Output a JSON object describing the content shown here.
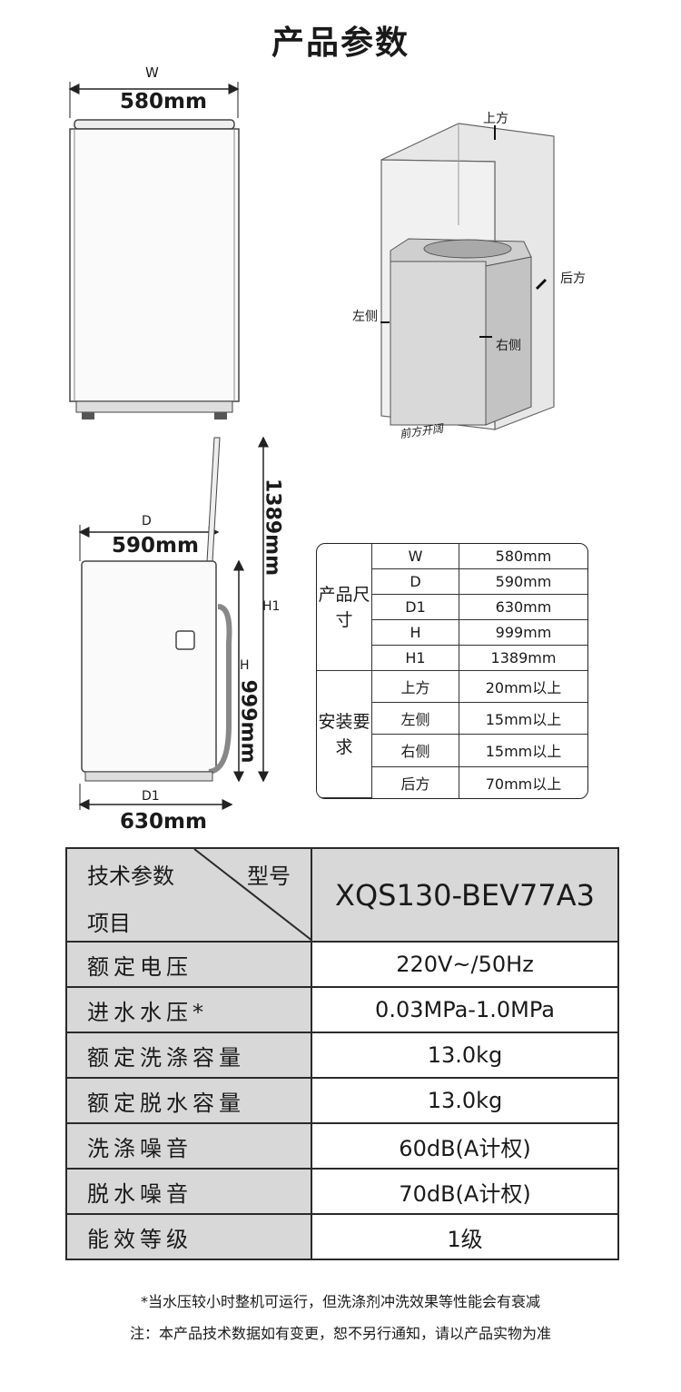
{
  "title": "产品参数",
  "front_view": {
    "w_label": "W",
    "w_value": "580mm"
  },
  "install_diagram": {
    "top": "上方",
    "back": "后方",
    "left": "左侧",
    "right": "右侧",
    "front": "前方开阔"
  },
  "side_view": {
    "d_label": "D",
    "d_value": "590mm",
    "d1_label": "D1",
    "d1_value": "630mm",
    "h_label": "H",
    "h_value": "999mm",
    "h1_label": "H1",
    "h1_value": "1389mm"
  },
  "spec_table": {
    "size_group": "产品尺寸",
    "size_rows": [
      {
        "key": "W",
        "value": "580mm"
      },
      {
        "key": "D",
        "value": "590mm"
      },
      {
        "key": "D1",
        "value": "630mm"
      },
      {
        "key": "H",
        "value": "999mm"
      },
      {
        "key": "H1",
        "value": "1389mm"
      }
    ],
    "install_group": "安装要求",
    "install_rows": [
      {
        "key": "上方",
        "value": "20mm以上"
      },
      {
        "key": "左侧",
        "value": "15mm以上"
      },
      {
        "key": "右侧",
        "value": "15mm以上"
      },
      {
        "key": "后方",
        "value": "70mm以上"
      }
    ]
  },
  "tech_table": {
    "header_param": "技术参数",
    "header_model_label": "型号",
    "header_item": "项目",
    "model": "XQS130-BEV77A3",
    "rows": [
      {
        "label": "额定电压",
        "value": "220V~/50Hz"
      },
      {
        "label": "进水水压*",
        "value": "0.03MPa-1.0MPa"
      },
      {
        "label": "额定洗涤容量",
        "value": "13.0kg"
      },
      {
        "label": "额定脱水容量",
        "value": "13.0kg"
      },
      {
        "label": "洗涤噪音",
        "value": "60dB(A计权)"
      },
      {
        "label": "脱水噪音",
        "value": "70dB(A计权)"
      },
      {
        "label": "能效等级",
        "value": "1级"
      }
    ]
  },
  "footer": {
    "note1": "*当水压较小时整机可运行，但洗涤剂冲洗效果等性能会有衰减",
    "note2": "注：本产品技术数据如有变更，恕不另行通知，请以产品实物为准"
  }
}
